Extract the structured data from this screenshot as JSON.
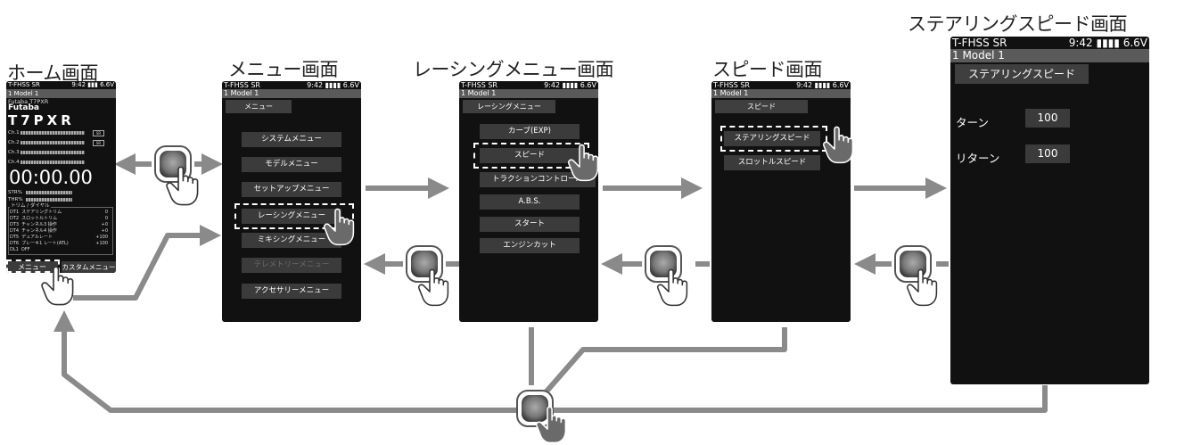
{
  "titles": {
    "home": "ホーム画面",
    "menu": "メニュー画面",
    "racing": "レーシングメニュー画面",
    "speed": "スピード画面",
    "steering": "ステアリングスピード画面"
  },
  "status": {
    "system": "T-FHSS SR",
    "time": "9:42",
    "voltage": "6.6V",
    "model": "1   Model 1"
  },
  "home": {
    "brand_small": "Futaba T7PXR",
    "brand": "Futaba",
    "product": "T7PXR",
    "trims": [
      "Ch.1",
      "Ch.2",
      "Ch.3",
      "Ch.4"
    ],
    "sr": "SR",
    "timer": "00:00.00",
    "str_label": "STR%",
    "thr_label": "THR%",
    "dial_header": "トリム / ダイヤル",
    "dials": [
      {
        "id": "DT1",
        "name": "ステアリングトリム",
        "value": "0"
      },
      {
        "id": "DT2",
        "name": "スロットルトリム",
        "value": "0"
      },
      {
        "id": "DT3",
        "name": "チャンネル3 操作",
        "value": "+0"
      },
      {
        "id": "DT4",
        "name": "チャンネル4 操作",
        "value": "+0"
      },
      {
        "id": "DT5",
        "name": "デュアルレート",
        "value": "+100"
      },
      {
        "id": "DT6",
        "name": "ブレーキ1 レート(ATL)",
        "value": "+100"
      },
      {
        "id": "DL1",
        "name": "OFF",
        "value": ""
      }
    ],
    "menu_button": "メニュー",
    "custom_button": "カスタムメニュー"
  },
  "menu": {
    "header": "メニュー",
    "items": [
      "システムメニュー",
      "モデルメニュー",
      "セットアップメニュー",
      "レーシングメニュー",
      "ミキシングメニュー",
      "テレメトリーメニュー",
      "アクセサリーメニュー"
    ]
  },
  "racing": {
    "header": "レーシングメニュー",
    "items": [
      "カーブ(EXP)",
      "スピード",
      "トラクションコントロール",
      "A.B.S.",
      "スタート",
      "エンジンカット"
    ]
  },
  "speed": {
    "header": "スピード",
    "items": [
      "ステアリングスピード",
      "スロットルスピード"
    ]
  },
  "steering": {
    "header": "ステアリングスピード",
    "turn_label": "ターン",
    "turn_value": "100",
    "return_label": "リターン",
    "return_value": "100"
  },
  "colors": {
    "arrow": "#8a8a8a",
    "screen_bg": "#111111",
    "item_bg": "#3b3b3b",
    "model_bar": "#5a5a5a"
  },
  "icons": [
    "hand-pointer-icon",
    "dial-button-icon"
  ]
}
